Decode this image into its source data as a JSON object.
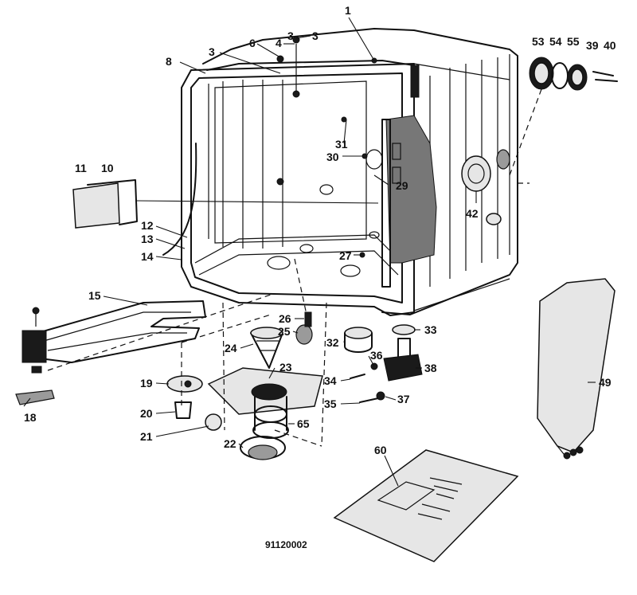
{
  "drawing_ref": "91120002",
  "part_numbers": [
    "1",
    "3",
    "4",
    "3",
    "6",
    "8",
    "3",
    "53",
    "54",
    "55",
    "39",
    "40",
    "31",
    "30",
    "29",
    "42",
    "11",
    "10",
    "12",
    "13",
    "14",
    "27",
    "15",
    "26",
    "25",
    "24",
    "23",
    "32",
    "33",
    "36",
    "34",
    "38",
    "19",
    "20",
    "35",
    "37",
    "65",
    "21",
    "22",
    "18",
    "49",
    "60"
  ]
}
